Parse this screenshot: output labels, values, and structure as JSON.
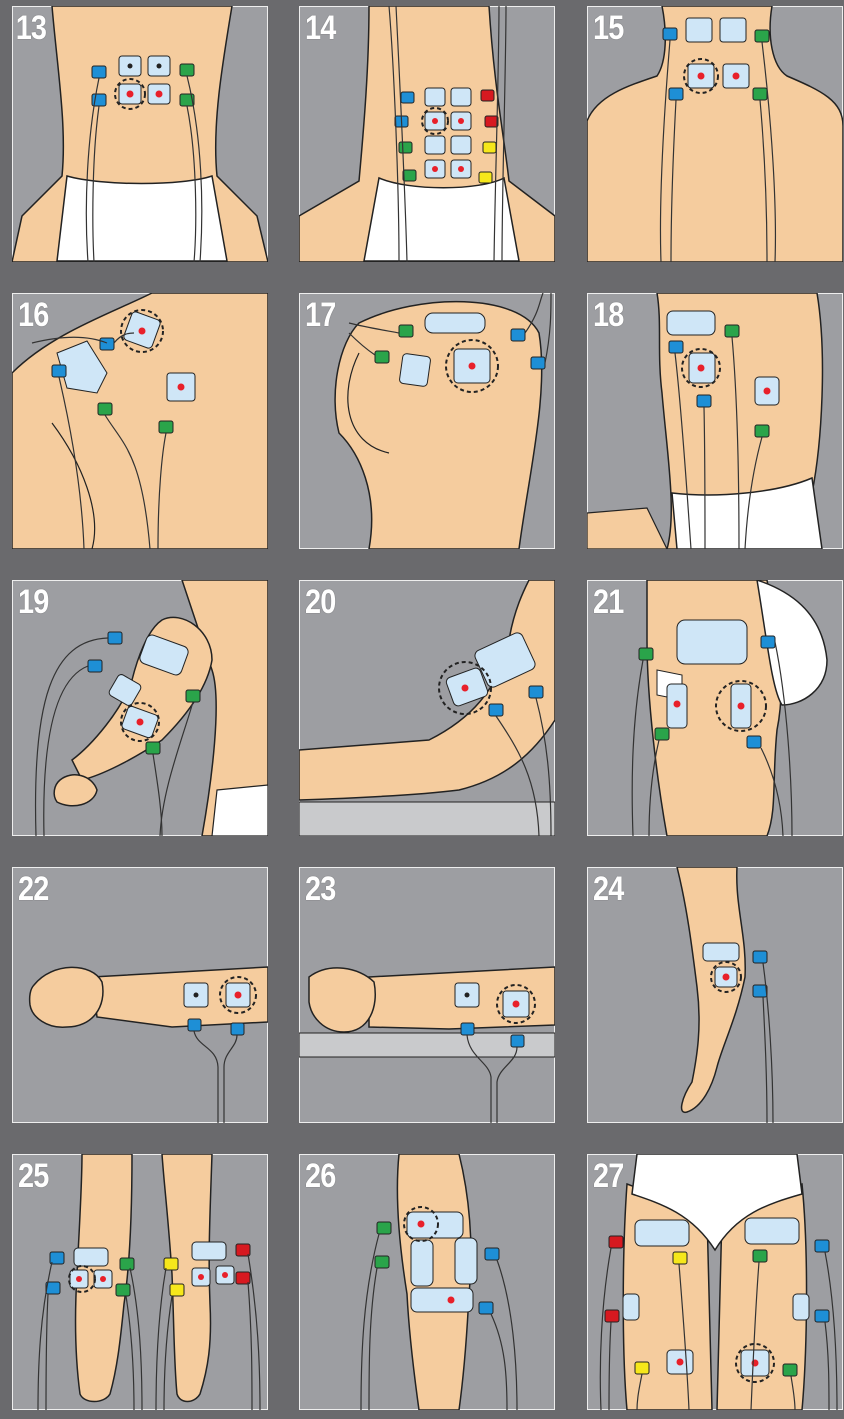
{
  "colors": {
    "background": "#6a6a6d",
    "panel": "#9d9ea2",
    "skin": "#f5cc9e",
    "skin_shadow": "#e8b784",
    "outline": "#222222",
    "pad": "#cfe6f7",
    "dot": "#e8202a",
    "cable": "#333333",
    "blue": "#1e8fd6",
    "green": "#2aa44a",
    "red": "#d71920",
    "yellow": "#f6e71b",
    "briefs": "#ffffff",
    "table": "#c9cacc"
  },
  "panels": [
    {
      "number": "13",
      "area": "lower back"
    },
    {
      "number": "14",
      "area": "lower back"
    },
    {
      "number": "15",
      "area": "neck"
    },
    {
      "number": "16",
      "area": "shoulder"
    },
    {
      "number": "17",
      "area": "buttock"
    },
    {
      "number": "18",
      "area": "side of back"
    },
    {
      "number": "19",
      "area": "upper arm"
    },
    {
      "number": "20",
      "area": "elbow"
    },
    {
      "number": "21",
      "area": "hip"
    },
    {
      "number": "22",
      "area": "forearm"
    },
    {
      "number": "23",
      "area": "forearm"
    },
    {
      "number": "24",
      "area": "calf"
    },
    {
      "number": "25",
      "area": "calves"
    },
    {
      "number": "26",
      "area": "knee"
    },
    {
      "number": "27",
      "area": "thighs"
    }
  ]
}
